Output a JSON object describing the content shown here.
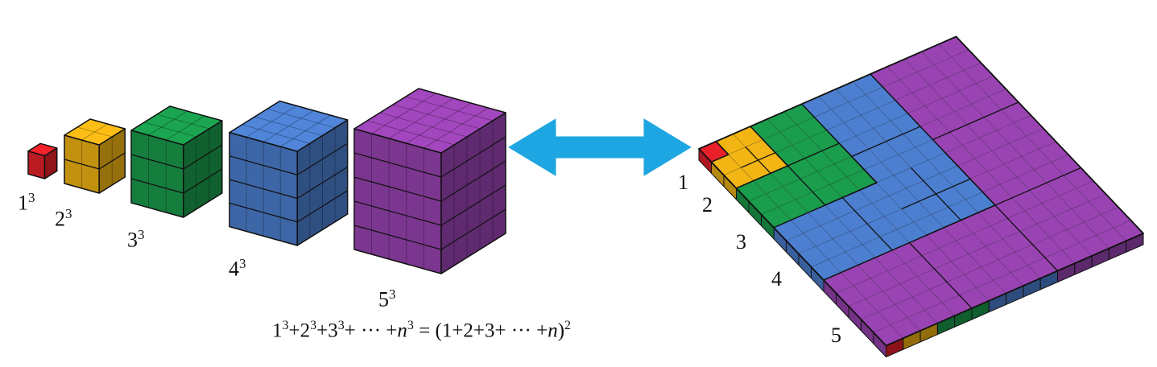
{
  "cube_labels": [
    {
      "base": "1",
      "exp": "3"
    },
    {
      "base": "2",
      "exp": "3"
    },
    {
      "base": "3",
      "exp": "3"
    },
    {
      "base": "4",
      "exp": "3"
    },
    {
      "base": "5",
      "exp": "3"
    }
  ],
  "slab_labels": [
    "1",
    "2",
    "3",
    "4",
    "5"
  ],
  "formula": {
    "p1": "1",
    "e1": "3",
    "p2": "+2",
    "e2": "3",
    "p3": "+3",
    "e3": "3",
    "p4": "+ ··· +",
    "n1": "n",
    "e4": "3",
    "p5": " = (1+2+3+ ··· +",
    "n2": "n",
    "p6": ")",
    "e5": "2"
  },
  "colors": [
    "#e8202a",
    "#f2b514",
    "#1a9d4c",
    "#4c7fd0",
    "#9a44b4"
  ],
  "arrow_color": "#1ea6e2"
}
